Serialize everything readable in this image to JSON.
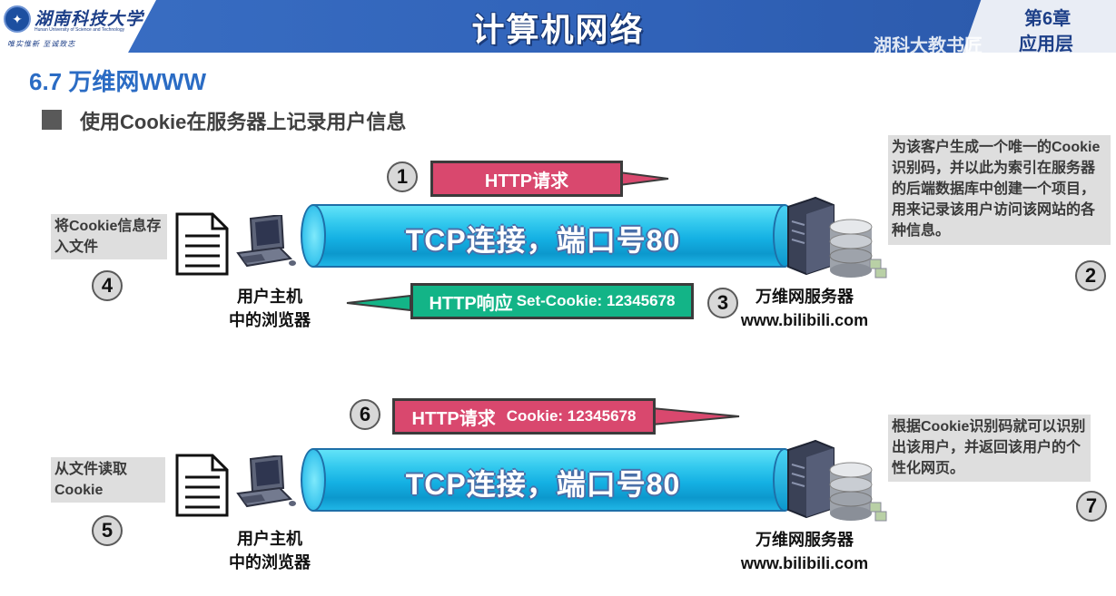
{
  "header": {
    "logo_school_name": "湖南科技大学",
    "logo_school_name_en": "Hunan University of Science and Technology",
    "logo_motto": "唯实惟新   至诚致志",
    "title": "计算机网络",
    "chapter_number": "第6章",
    "chapter_name": "应用层",
    "watermark": "湖科大教书匠"
  },
  "section_title": "6.7 万维网WWW",
  "bullet_text": "使用Cookie在服务器上记录用户信息",
  "pipe_label": "TCP连接，端口号80",
  "client_caption": [
    "用户主机",
    "中的浏览器"
  ],
  "server_caption": [
    "万维网服务器",
    "www.bilibili.com"
  ],
  "steps": {
    "s1": "1",
    "s2": "2",
    "s3": "3",
    "s4": "4",
    "s5": "5",
    "s6": "6",
    "s7": "7"
  },
  "arrows": {
    "request1": "HTTP请求",
    "response_main": "HTTP响应",
    "response_cookie": "Set-Cookie: 12345678",
    "request2_main": "HTTP请求",
    "request2_cookie": "Cookie: 12345678"
  },
  "notes": {
    "server_generate": "为该客户生成一个唯一的Cookie识别码，并以此为索引在服务器的后端数据库中创建一个项目，用来记录该用户访问该网站的各种信息。",
    "save_cookie": "将Cookie信息存入文件",
    "read_cookie": "从文件读取Cookie",
    "server_identify": "根据Cookie识别码就可以识别出该用户，并返回该用户的个性化网页。"
  },
  "colors": {
    "header_blue": "#3062b8",
    "section_blue": "#2b6cc4",
    "request_pink": "#d9486e",
    "response_green": "#13b487",
    "pipe_cyan": "#14b0e3"
  },
  "icons": [
    "document-icon",
    "computer-icon",
    "server-icon",
    "database-icon"
  ]
}
